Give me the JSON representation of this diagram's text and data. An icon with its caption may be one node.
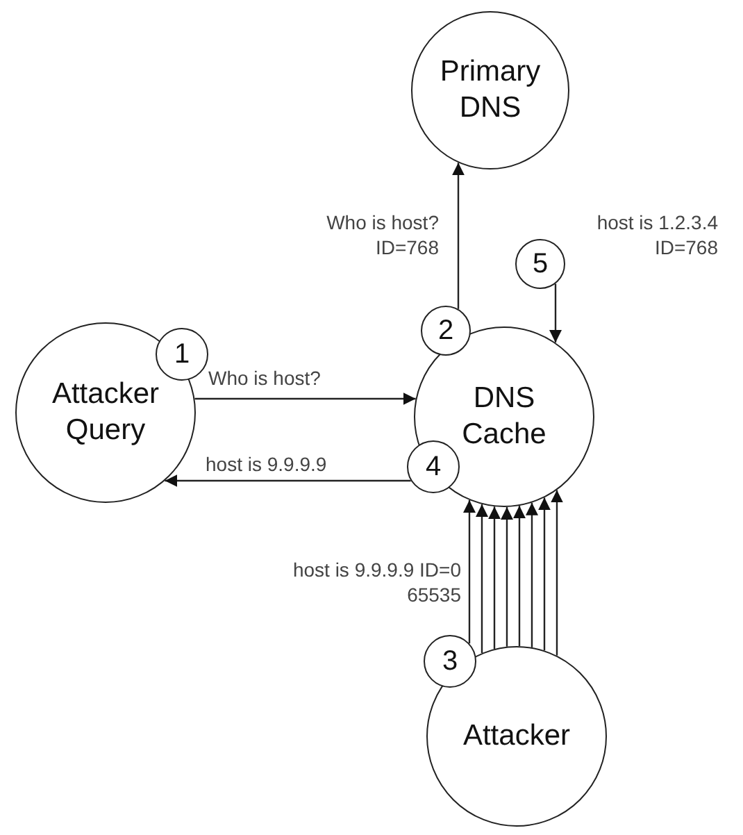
{
  "diagram": {
    "nodes": [
      {
        "text": [
          "Primary DNS"
        ]
      },
      {
        "text": [
          "5"
        ]
      },
      {
        "text": [
          "2"
        ]
      },
      {
        "text": [
          "1"
        ]
      },
      {
        "text": [
          "Attacker Query"
        ]
      },
      {
        "text": [
          "DNS Cache"
        ]
      },
      {
        "text": [
          "4"
        ]
      },
      {
        "text": [
          "3"
        ]
      },
      {
        "text": [
          "Attacker"
        ]
      }
    ],
    "edges": [
      {
        "from": 2,
        "to": 0,
        "arrow": "to",
        "label": "Who is host? ID=768"
      },
      {
        "from": 1,
        "to": 5,
        "arrow": "to",
        "label": "host is 1.2.3.4 ID=768"
      },
      {
        "from": 4,
        "to": 5,
        "arrow": "to",
        "label": "Who is host?"
      },
      {
        "from": 6,
        "to": 4,
        "arrow": "to",
        "label": "host is 9.9.9.9"
      },
      {
        "from": 7,
        "to": 5,
        "arrow": "to",
        "label": "host is 9.9.9.9 ID=0 65535"
      },
      {
        "from": 8,
        "to": 5,
        "arrow": "to"
      },
      {
        "from": 8,
        "to": 5,
        "arrow": "to"
      },
      {
        "from": 8,
        "to": 5,
        "arrow": "to"
      },
      {
        "from": 8,
        "to": 5,
        "arrow": "to"
      },
      {
        "from": 8,
        "to": 5,
        "arrow": "to"
      },
      {
        "from": 8,
        "to": 5,
        "arrow": "to"
      },
      {
        "from": 8,
        "to": 5,
        "arrow": "to"
      }
    ]
  }
}
